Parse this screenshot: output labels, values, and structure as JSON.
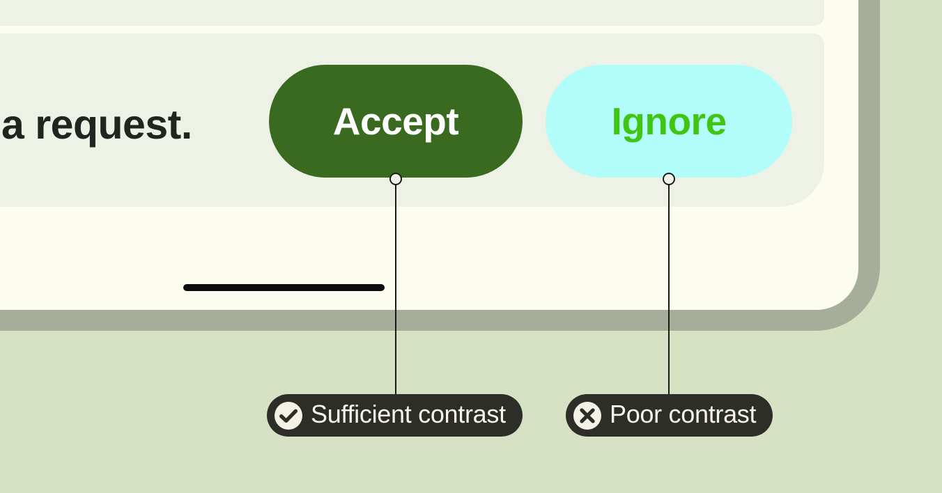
{
  "mockup": {
    "message_fragment": "a request.",
    "buttons": [
      {
        "id": "accept",
        "label": "Accept",
        "bg": "#3a6a1f",
        "fg": "#ffffff",
        "contrast_quality": "sufficient"
      },
      {
        "id": "ignore",
        "label": "Ignore",
        "bg": "#b0fdfa",
        "fg": "#42c412",
        "contrast_quality": "poor"
      }
    ]
  },
  "annotations": [
    {
      "icon": "check-circle-icon",
      "label": "Sufficient contrast",
      "points_to": "accept"
    },
    {
      "icon": "x-circle-icon",
      "label": "Poor contrast",
      "points_to": "ignore"
    }
  ],
  "palette": {
    "page_background": "#d7e2c5",
    "phone_bezel": "#a6ae9a",
    "phone_screen": "#fcfcef",
    "notification_panel": "#eef1e5",
    "message_text": "#212520",
    "home_indicator": "#0d0d0d",
    "connector": "#1b1b1b",
    "annotation_pill": "#2e2e28",
    "annotation_text": "#f7f5e9",
    "annotation_icon_circle": "#f4f2e6"
  }
}
